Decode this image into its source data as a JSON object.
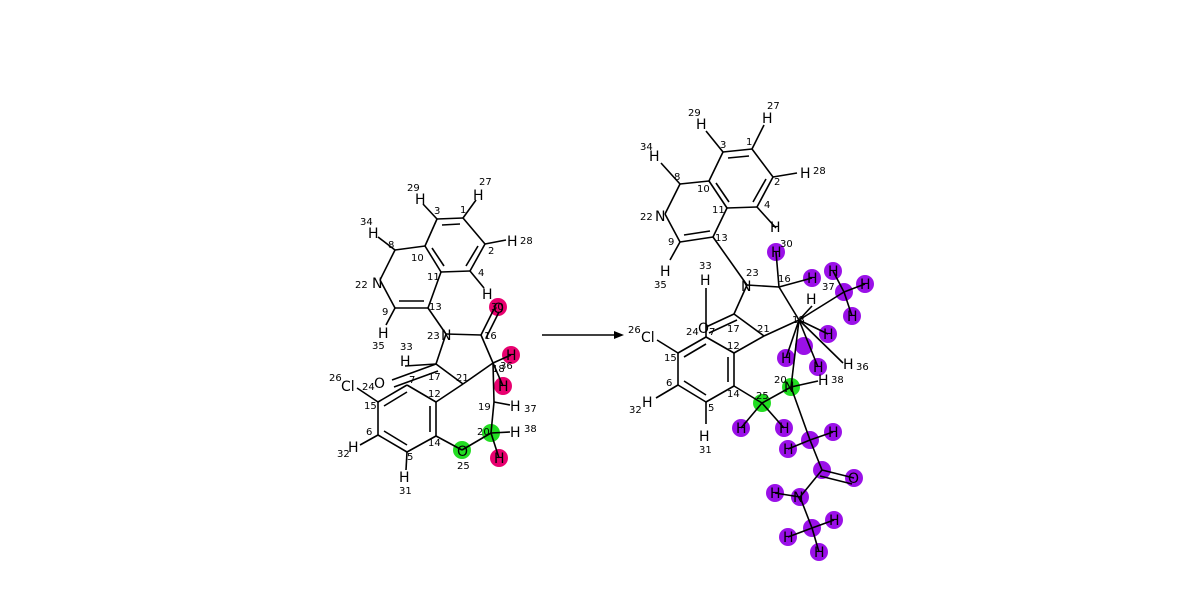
{
  "reaction": {
    "arrow_label": "",
    "reactant": {
      "atoms": [
        {
          "id": 1,
          "el": ""
        },
        {
          "id": 2,
          "el": ""
        },
        {
          "id": 3,
          "el": ""
        },
        {
          "id": 4,
          "el": ""
        },
        {
          "id": 5,
          "el": ""
        },
        {
          "id": 6,
          "el": ""
        },
        {
          "id": 7,
          "el": ""
        },
        {
          "id": 8,
          "el": ""
        },
        {
          "id": 9,
          "el": ""
        },
        {
          "id": 10,
          "el": ""
        },
        {
          "id": 11,
          "el": ""
        },
        {
          "id": 12,
          "el": ""
        },
        {
          "id": 13,
          "el": ""
        },
        {
          "id": 14,
          "el": ""
        },
        {
          "id": 15,
          "el": ""
        },
        {
          "id": 16,
          "el": ""
        },
        {
          "id": 17,
          "el": ""
        },
        {
          "id": 18,
          "el": ""
        },
        {
          "id": 19,
          "el": ""
        },
        {
          "id": 20,
          "el": ""
        },
        {
          "id": 21,
          "el": ""
        },
        {
          "id": 22,
          "el": "N"
        },
        {
          "id": 23,
          "el": "N"
        },
        {
          "id": 24,
          "el": "O"
        },
        {
          "id": 25,
          "el": "O"
        },
        {
          "id": 26,
          "el": "Cl"
        },
        {
          "id": 27,
          "el": "H"
        },
        {
          "id": 28,
          "el": "H"
        },
        {
          "id": 29,
          "el": "H"
        },
        {
          "id": 30,
          "el": "O"
        },
        {
          "id": 31,
          "el": "H"
        },
        {
          "id": 32,
          "el": "H"
        },
        {
          "id": 33,
          "el": "H"
        },
        {
          "id": 34,
          "el": "H"
        },
        {
          "id": 35,
          "el": "H"
        },
        {
          "id": 36,
          "el": "H"
        },
        {
          "id": 37,
          "el": "H"
        },
        {
          "id": 38,
          "el": "H"
        },
        {
          "id": "h1",
          "el": "H"
        },
        {
          "id": "h2",
          "el": "H"
        },
        {
          "id": "h3",
          "el": "H"
        }
      ],
      "highlight_colors": {
        "pink": "#e8006f",
        "green": "#22dd22"
      }
    },
    "product": {
      "atoms": [
        {
          "id": 1,
          "el": ""
        },
        {
          "id": 2,
          "el": ""
        },
        {
          "id": 3,
          "el": ""
        },
        {
          "id": 4,
          "el": ""
        },
        {
          "id": 5,
          "el": ""
        },
        {
          "id": 6,
          "el": ""
        },
        {
          "id": 7,
          "el": ""
        },
        {
          "id": 8,
          "el": ""
        },
        {
          "id": 9,
          "el": ""
        },
        {
          "id": 10,
          "el": ""
        },
        {
          "id": 11,
          "el": ""
        },
        {
          "id": 12,
          "el": ""
        },
        {
          "id": 13,
          "el": ""
        },
        {
          "id": 14,
          "el": ""
        },
        {
          "id": 15,
          "el": ""
        },
        {
          "id": 16,
          "el": ""
        },
        {
          "id": 17,
          "el": ""
        },
        {
          "id": 18,
          "el": ""
        },
        {
          "id": 20,
          "el": ""
        },
        {
          "id": 21,
          "el": ""
        },
        {
          "id": 22,
          "el": "N"
        },
        {
          "id": 23,
          "el": "N"
        },
        {
          "id": 24,
          "el": "O"
        },
        {
          "id": 25,
          "el": ""
        },
        {
          "id": 26,
          "el": "Cl"
        },
        {
          "id": 27,
          "el": "H"
        },
        {
          "id": 28,
          "el": "H"
        },
        {
          "id": 29,
          "el": "H"
        },
        {
          "id": 30,
          "el": "H"
        },
        {
          "id": 31,
          "el": "H"
        },
        {
          "id": 32,
          "el": "H"
        },
        {
          "id": 33,
          "el": "H"
        },
        {
          "id": 34,
          "el": "H"
        },
        {
          "id": 35,
          "el": "H"
        },
        {
          "id": 36,
          "el": "H"
        },
        {
          "id": 37,
          "el": ""
        },
        {
          "id": 38,
          "el": "H"
        },
        {
          "id": "pN",
          "el": "N"
        },
        {
          "id": "pO",
          "el": "O"
        },
        {
          "id": "pN2",
          "el": "N"
        },
        {
          "id": "pH1",
          "el": "H"
        },
        {
          "id": "pH2",
          "el": "H"
        },
        {
          "id": "pH3",
          "el": "H"
        },
        {
          "id": "pH4",
          "el": "H"
        },
        {
          "id": "pH5",
          "el": "H"
        },
        {
          "id": "pH6",
          "el": "H"
        },
        {
          "id": "pH7",
          "el": "H"
        },
        {
          "id": "pH8",
          "el": "H"
        },
        {
          "id": "pH9",
          "el": "H"
        },
        {
          "id": "pH10",
          "el": "H"
        },
        {
          "id": "pH11",
          "el": "H"
        },
        {
          "id": "pH12",
          "el": "H"
        },
        {
          "id": "pH13",
          "el": "H"
        },
        {
          "id": "pH14",
          "el": "H"
        },
        {
          "id": "pH15",
          "el": "H"
        },
        {
          "id": "pH16",
          "el": "H"
        },
        {
          "id": "pH17",
          "el": "H"
        },
        {
          "id": "pH18",
          "el": "H"
        }
      ],
      "highlight_colors": {
        "purple": "#9a10e8",
        "green": "#22dd22"
      }
    }
  }
}
